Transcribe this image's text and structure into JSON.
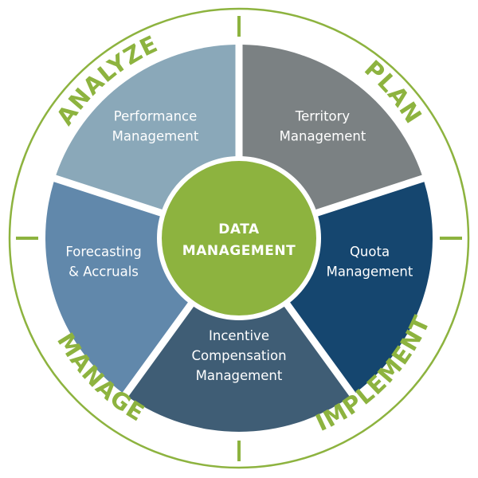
{
  "colors": {
    "ring": "#8db33f",
    "center": "#8db33f",
    "phase_text": "#8db33f",
    "performance": "#8aa8b9",
    "territory": "#7b8183",
    "quota": "#15466f",
    "incentive": "#3f5d75",
    "forecasting": "#6188ab"
  },
  "center": {
    "line1": "DATA",
    "line2": "MANAGEMENT"
  },
  "segments": [
    {
      "id": "performance",
      "color_key": "performance",
      "lines": [
        "Performance",
        "Management"
      ]
    },
    {
      "id": "territory",
      "color_key": "territory",
      "lines": [
        "Territory",
        "Management"
      ]
    },
    {
      "id": "quota",
      "color_key": "quota",
      "lines": [
        "Quota",
        "Management"
      ]
    },
    {
      "id": "incentive",
      "color_key": "incentive",
      "lines": [
        "Incentive",
        "Compensation",
        "Management"
      ]
    },
    {
      "id": "forecasting",
      "color_key": "forecasting",
      "lines": [
        "Forecasting",
        "& Accruals"
      ]
    }
  ],
  "phases": {
    "analyze": "ANALYZE",
    "plan": "PLAN",
    "implement": "IMPLEMENT",
    "manage": "MANAGE"
  }
}
